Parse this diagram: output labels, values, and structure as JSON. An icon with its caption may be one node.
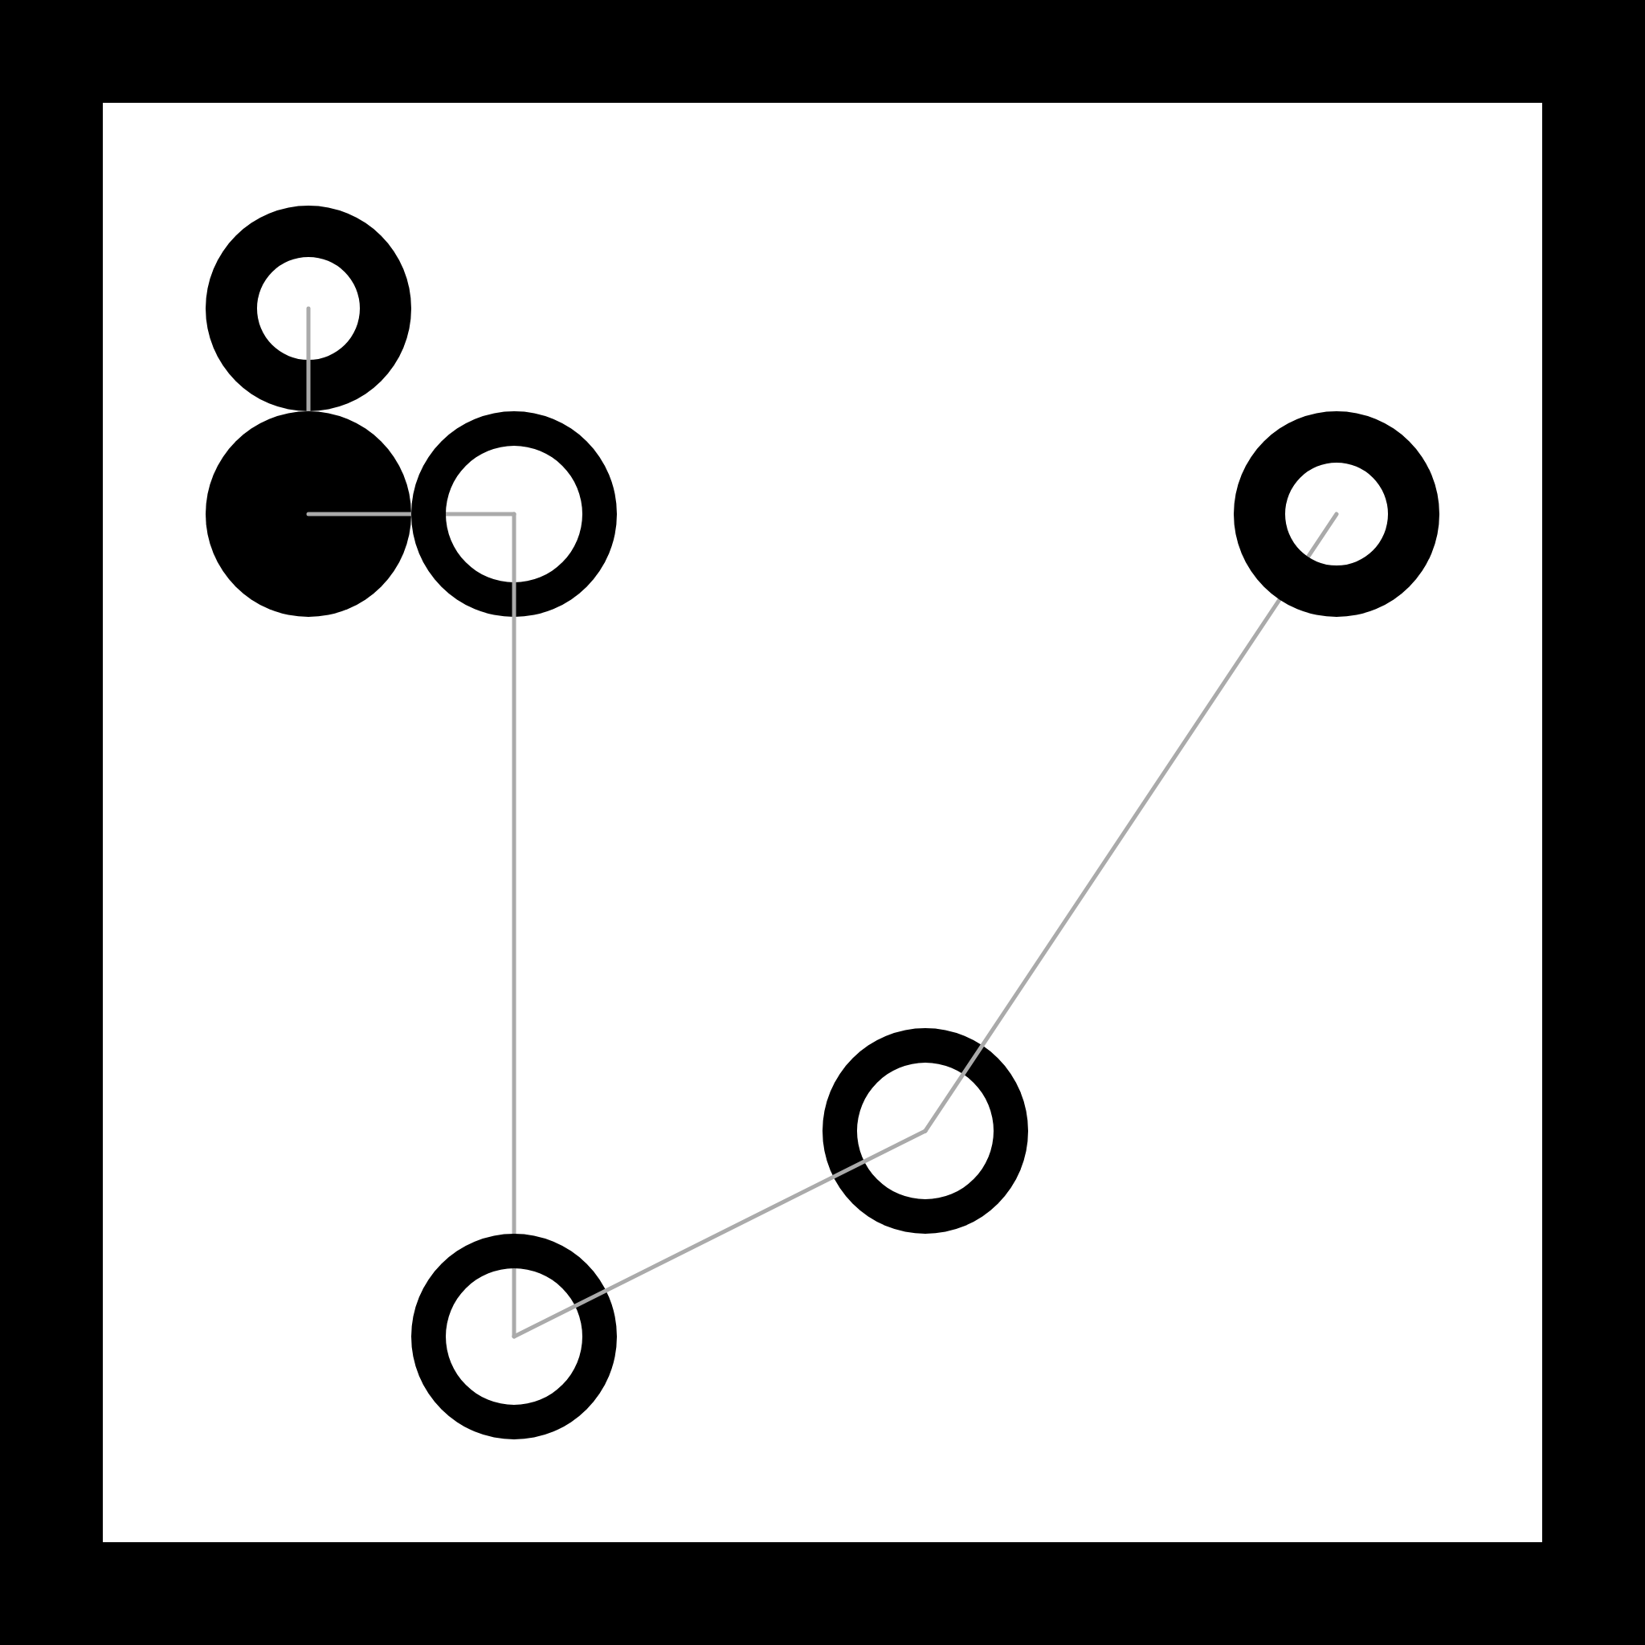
{
  "diagram": {
    "nodes": [
      {
        "text": [],
        "shape": "ring"
      },
      {
        "text": [],
        "shape": "circle"
      },
      {
        "text": [],
        "shape": "ring"
      },
      {
        "text": [],
        "shape": "ring"
      },
      {
        "text": [],
        "shape": "ring"
      },
      {
        "text": [],
        "shape": "ring"
      }
    ],
    "edges": [
      {
        "from": 0,
        "to": 1,
        "arrow": "none"
      },
      {
        "from": 1,
        "to": 2,
        "arrow": "none"
      },
      {
        "from": 2,
        "to": 5,
        "arrow": "none"
      },
      {
        "from": 5,
        "to": 4,
        "arrow": "none"
      },
      {
        "from": 4,
        "to": 3,
        "arrow": "none"
      }
    ]
  }
}
